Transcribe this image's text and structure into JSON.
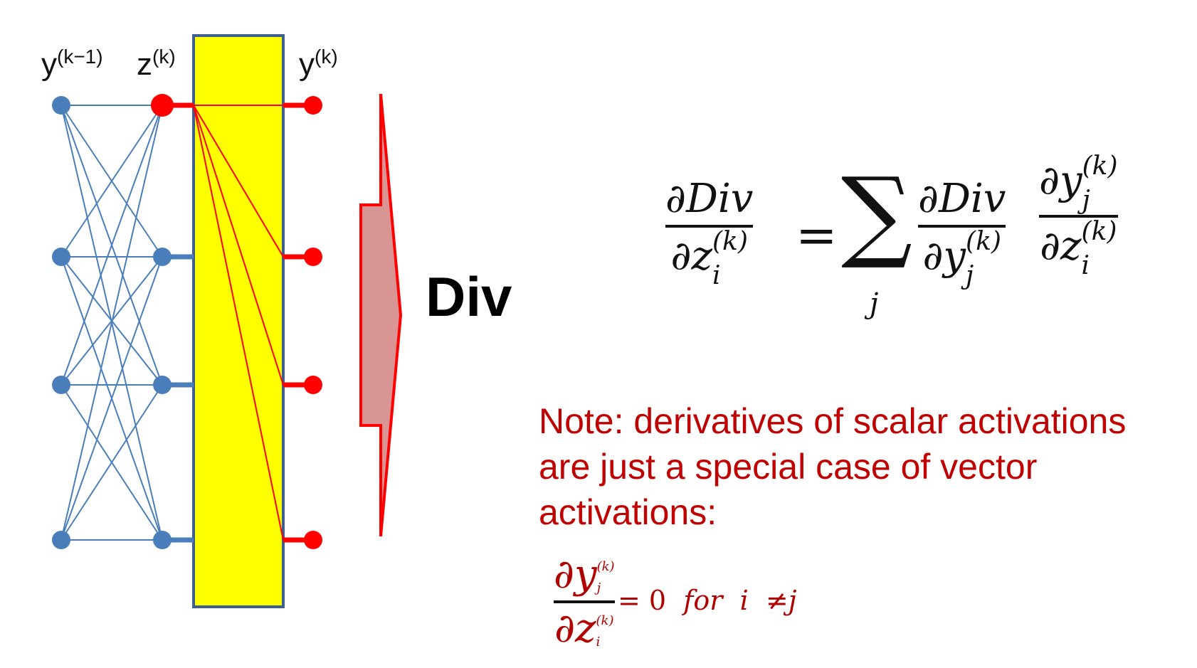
{
  "diagram": {
    "labels": {
      "prev_layer": {
        "base": "y",
        "sup": "(k−1)"
      },
      "pre_activation": {
        "base": "z",
        "sup": "(k)"
      },
      "output": {
        "base": "y",
        "sup": "(k)"
      }
    },
    "target_label": "Div",
    "colors": {
      "network_blue": "#4a7ebb",
      "highlight_red": "#ff0000",
      "activation_box_fill": "#ffff00",
      "activation_box_border": "#3f5f8f",
      "arrow_fill": "#d99594"
    }
  },
  "equation": {
    "lhs_num": "∂Div",
    "lhs_den_base": "∂z",
    "lhs_den_sub": "i",
    "lhs_den_sup": "(k)",
    "equals": "=",
    "sum_symbol": "∑",
    "sum_index": "j",
    "t1_num": "∂Div",
    "t1_den_base": "∂y",
    "t1_den_sub": "j",
    "t1_den_sup": "(k)",
    "t2_num_base": "∂y",
    "t2_num_sub": "j",
    "t2_num_sup": "(k)",
    "t2_den_base": "∂z",
    "t2_den_sub": "i",
    "t2_den_sup": "(k)"
  },
  "note": {
    "text": "Note: derivatives of scalar activations are just a special case of vector activations:"
  },
  "small_equation": {
    "num_base": "∂y",
    "num_sub": "j",
    "num_sup": "(k)",
    "den_base": "∂z",
    "den_sub": "i",
    "den_sup": "(k)",
    "equals": "= 0",
    "for_word": "for",
    "i": "i",
    "neq": "≠",
    "j": "j"
  }
}
